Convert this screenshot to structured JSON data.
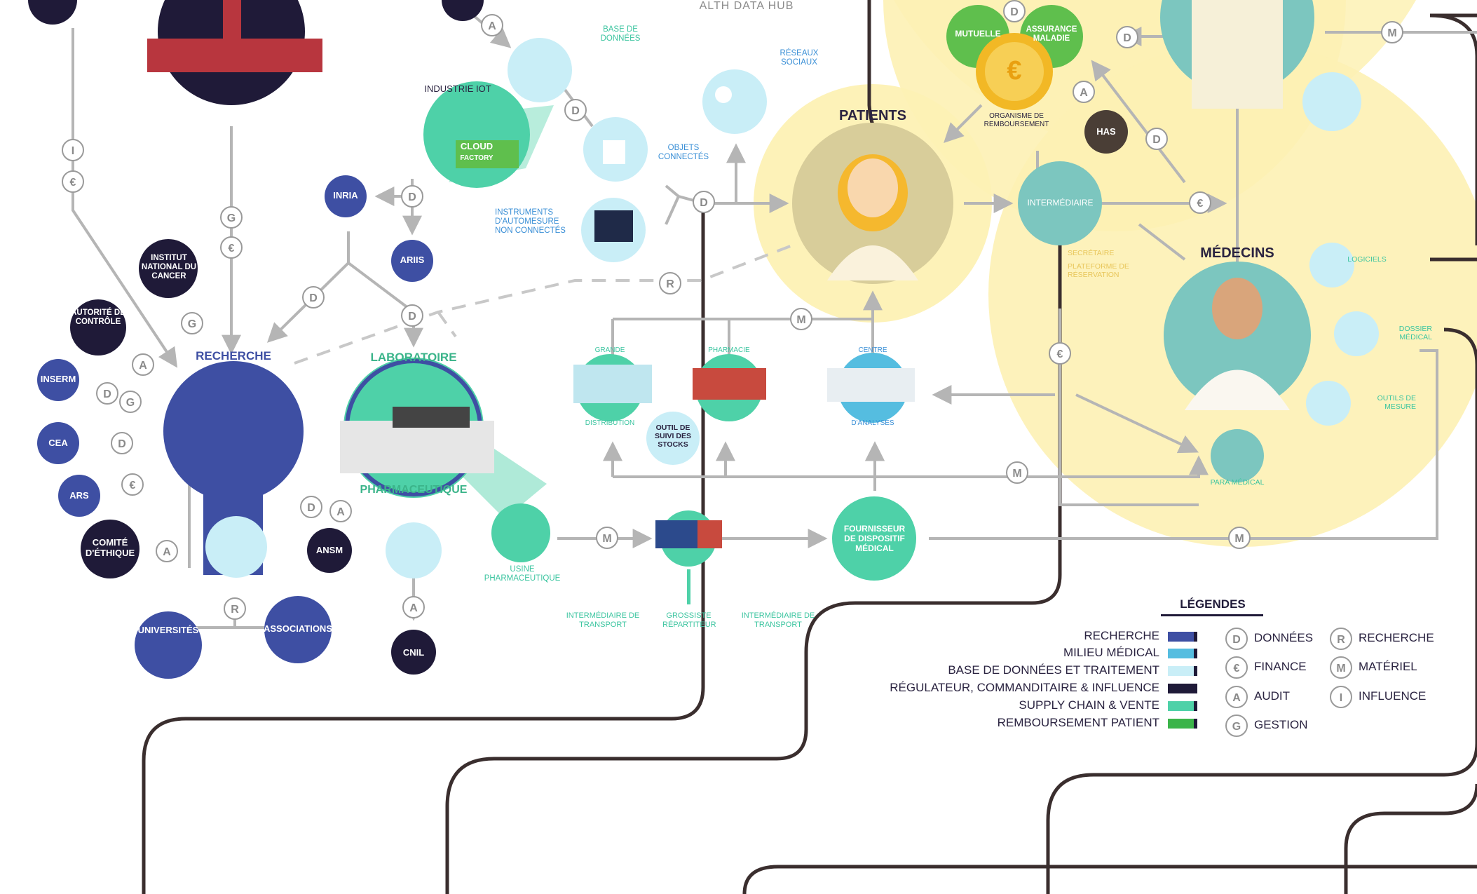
{
  "header_fragment": "ALTH DATA HUB",
  "nodes": {
    "recherche": "RECHERCHE",
    "laboratoire": "LABORATOIRE",
    "pharmaceutique": "PHARMACEUTIQUE",
    "industrie_iot": "INDUSTRIE IOT",
    "cloud_factory": "CLOUD",
    "cloud_factory_sub": "FACTORY",
    "base_de_donnees": "BASE DE DONNÉES",
    "reseaux_sociaux": "RÉSEAUX SOCIAUX",
    "objets_connectes": "OBJETS CONNECTÉS",
    "instruments": "INSTRUMENTS D'AUTOMESURE NON CONNECTÉS",
    "inria": "INRIA",
    "aries": "ARIIS",
    "institut_cancer": "INSTITUT NATIONAL DU CANCER",
    "autorite_controle": "AUTORITÉ DE CONTRÔLE",
    "inserm": "INSERM",
    "cea": "CEA",
    "ars": "ARS",
    "comite_ethique": "COMITÉ D'ÉTHIQUE",
    "universites": "UNIVERSITÉS",
    "associations": "ASSOCIATIONS",
    "ansm": "ANSM",
    "cnil": "CNIL",
    "usine_pharma": "USINE PHARMACEUTIQUE",
    "grande_distribution_top": "GRANDE",
    "grande_distribution_bottom": "DISTRIBUTION",
    "pharmacie": "PHARMACIE",
    "centre_top": "CENTRE",
    "centre_bottom": "D'ANALYSES",
    "outil_stocks": "OUTIL DE SUIVI DES STOCKS",
    "intermediaire_transport_1": "INTERMÉDIAIRE DE TRANSPORT",
    "grossiste": "GROSSISTE RÉPARTITEUR",
    "intermediaire_transport_2": "INTERMÉDIAIRE DE TRANSPORT",
    "fournisseur": "FOURNISSEUR DE DISPOSITIF MÉDICAL",
    "patients": "PATIENTS",
    "intermediaire": "INTERMÉDIAIRE",
    "secretaire": "SECRÉTAIRE",
    "plateforme": "PLATEFORME DE RÉSERVATION",
    "mutuelle": "MUTUELLE",
    "assurance_maladie": "ASSURANCE MALADIE",
    "organisme": "ORGANISME DE REMBOURSEMENT",
    "has": "HAS",
    "medecins": "MÉDECINS",
    "logiciels": "LOGICIELS",
    "dossier_medical": "DOSSIER MÉDICAL",
    "outils_mesure": "OUTILS DE MESURE",
    "para_medical": "PARA MÉDICAL",
    "euro_symbol": "€"
  },
  "legend": {
    "title": "LÉGENDES",
    "categories": [
      {
        "label": "RECHERCHE",
        "color": "#3e4fa3"
      },
      {
        "label": "MILIEU MÉDICAL",
        "color": "#55bde0"
      },
      {
        "label": "BASE DE DONNÉES ET TRAITEMENT",
        "color": "#c9eef7"
      },
      {
        "label": "RÉGULATEUR, COMMANDITAIRE & INFLUENCE",
        "color": "#1f1a38"
      },
      {
        "label": "SUPPLY CHAIN & VENTE",
        "color": "#4ed1a8"
      },
      {
        "label": "REMBOURSEMENT PATIENT",
        "color": "#3bb44a"
      }
    ],
    "keys": [
      {
        "letter": "D",
        "label": "DONNÉES"
      },
      {
        "letter": "€",
        "label": "FINANCE"
      },
      {
        "letter": "A",
        "label": "AUDIT"
      },
      {
        "letter": "G",
        "label": "GESTION"
      },
      {
        "letter": "R",
        "label": "RECHERCHE"
      },
      {
        "letter": "M",
        "label": "MATÉRIEL"
      },
      {
        "letter": "I",
        "label": "INFLUENCE"
      }
    ]
  },
  "colors": {
    "research": "#3e4fa3",
    "navy": "#1f1a38",
    "teal": "#4ed1a8",
    "light_blue": "#c9eef7",
    "sky": "#55bde0",
    "yellow_zone": "#fdf1b4",
    "green": "#3bb44a",
    "gold": "#f2b825",
    "grey_line": "#b5b5b5",
    "track": "#3a2e2e"
  }
}
